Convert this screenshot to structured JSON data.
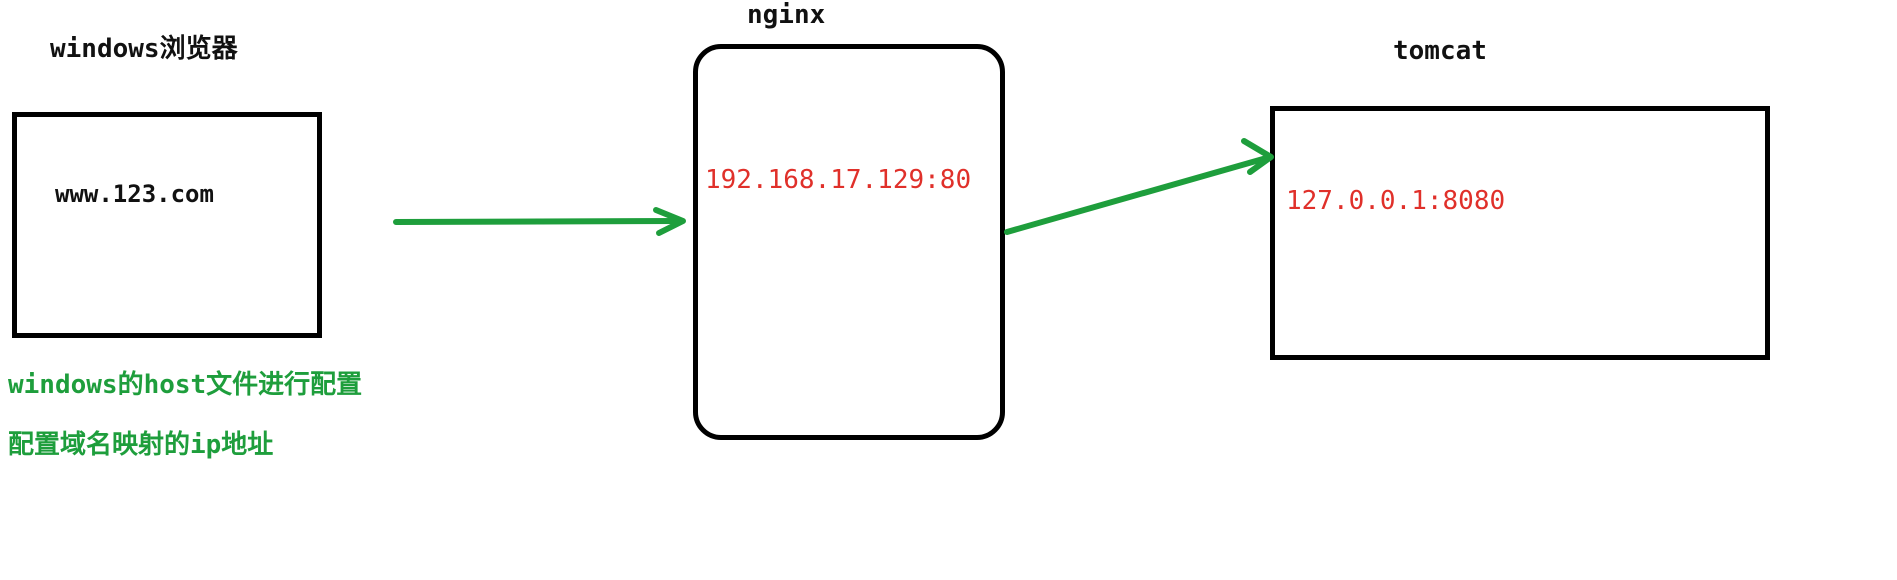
{
  "nodes": {
    "browser": {
      "title": "windows浏览器",
      "content": "www.123.com"
    },
    "nginx": {
      "title": "nginx",
      "content": "192.168.17.129:80"
    },
    "tomcat": {
      "title": "tomcat",
      "content": "127.0.0.1:8080"
    }
  },
  "notes": [
    "windows的host文件进行配置",
    "配置域名映射的ip地址"
  ],
  "colors": {
    "arrow": "#1e9e3c",
    "note_text": "#1e9e3c",
    "ip_text": "#e0302a",
    "border": "#000000"
  }
}
